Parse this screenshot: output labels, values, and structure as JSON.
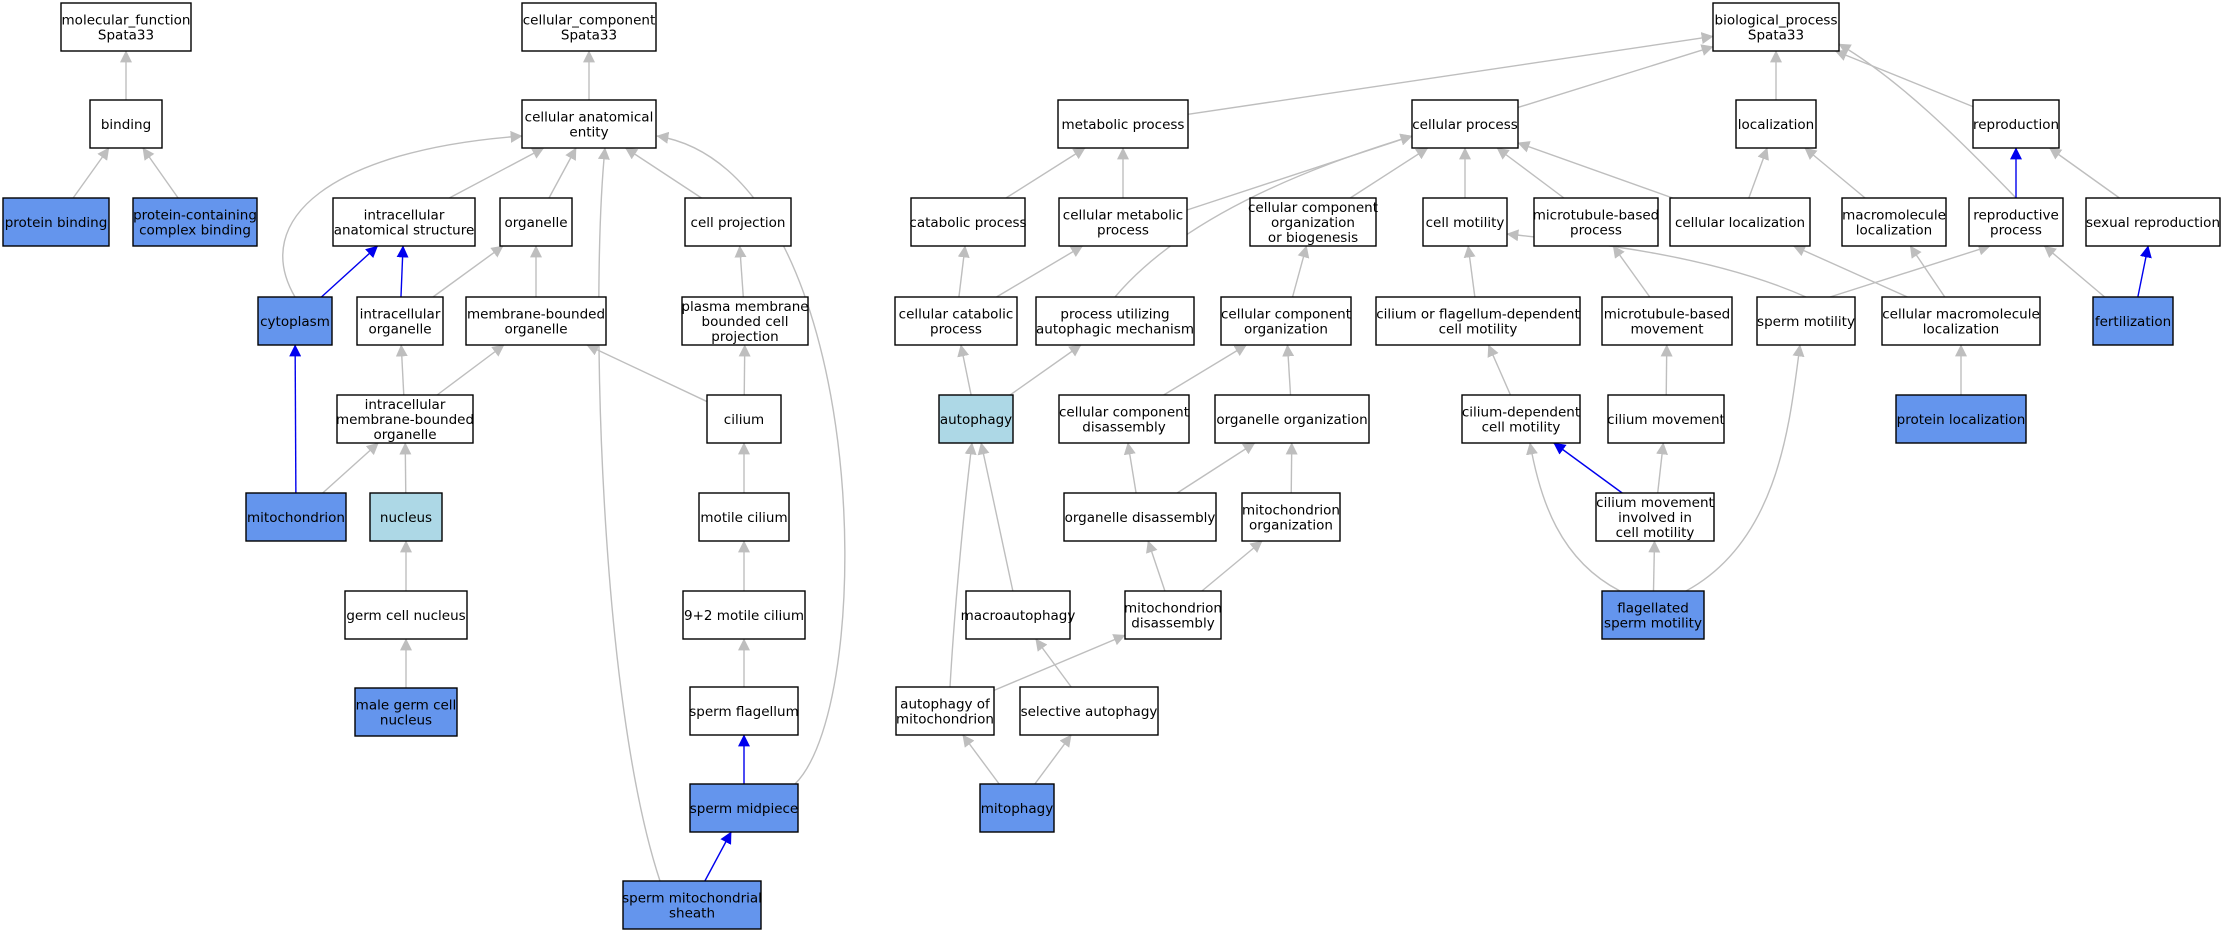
{
  "colors": {
    "plain_fill": "#ffffff",
    "annotated_fill": "#6495ed",
    "highlight_fill": "#add8e6",
    "is_a_edge": "#bebebe",
    "part_of_edge": "#0000ee"
  },
  "nodes": {
    "molecular_function": {
      "lines": [
        "molecular_function",
        "Spata33"
      ],
      "style": "plain"
    },
    "binding": {
      "lines": [
        "binding"
      ],
      "style": "plain"
    },
    "protein_binding": {
      "lines": [
        "protein binding"
      ],
      "style": "annotated"
    },
    "protein_complex_binding": {
      "lines": [
        "protein-containing",
        "complex binding"
      ],
      "style": "annotated"
    },
    "cellular_component": {
      "lines": [
        "cellular_component",
        "Spata33"
      ],
      "style": "plain"
    },
    "cellular_anatomical_entity": {
      "lines": [
        "cellular anatomical",
        "entity"
      ],
      "style": "plain"
    },
    "intracellular_anatomical_structure": {
      "lines": [
        "intracellular",
        "anatomical structure"
      ],
      "style": "plain"
    },
    "organelle": {
      "lines": [
        "organelle"
      ],
      "style": "plain"
    },
    "cell_projection": {
      "lines": [
        "cell projection"
      ],
      "style": "plain"
    },
    "cytoplasm": {
      "lines": [
        "cytoplasm"
      ],
      "style": "annotated"
    },
    "intracellular_organelle": {
      "lines": [
        "intracellular",
        "organelle"
      ],
      "style": "plain"
    },
    "membrane_bounded_organelle": {
      "lines": [
        "membrane-bounded",
        "organelle"
      ],
      "style": "plain"
    },
    "plasma_membrane_bounded_cell_projection": {
      "lines": [
        "plasma membrane",
        "bounded cell",
        "projection"
      ],
      "style": "plain"
    },
    "intracellular_membrane_bounded_organelle": {
      "lines": [
        "intracellular",
        "membrane-bounded",
        "organelle"
      ],
      "style": "plain"
    },
    "cilium": {
      "lines": [
        "cilium"
      ],
      "style": "plain"
    },
    "mitochondrion": {
      "lines": [
        "mitochondrion"
      ],
      "style": "annotated"
    },
    "nucleus": {
      "lines": [
        "nucleus"
      ],
      "style": "highlight"
    },
    "motile_cilium": {
      "lines": [
        "motile cilium"
      ],
      "style": "plain"
    },
    "germ_cell_nucleus": {
      "lines": [
        "germ cell nucleus"
      ],
      "style": "plain"
    },
    "nine_plus_two_motile_cilium": {
      "lines": [
        "9+2 motile cilium"
      ],
      "style": "plain"
    },
    "male_germ_cell_nucleus": {
      "lines": [
        "male germ cell",
        "nucleus"
      ],
      "style": "annotated"
    },
    "sperm_flagellum": {
      "lines": [
        "sperm flagellum"
      ],
      "style": "plain"
    },
    "sperm_midpiece": {
      "lines": [
        "sperm midpiece"
      ],
      "style": "annotated"
    },
    "sperm_mitochondrial_sheath": {
      "lines": [
        "sperm mitochondrial",
        "sheath"
      ],
      "style": "annotated"
    },
    "biological_process": {
      "lines": [
        "biological_process",
        "Spata33"
      ],
      "style": "plain"
    },
    "metabolic_process": {
      "lines": [
        "metabolic process"
      ],
      "style": "plain"
    },
    "cellular_process": {
      "lines": [
        "cellular process"
      ],
      "style": "plain"
    },
    "localization": {
      "lines": [
        "localization"
      ],
      "style": "plain"
    },
    "reproduction": {
      "lines": [
        "reproduction"
      ],
      "style": "plain"
    },
    "catabolic_process": {
      "lines": [
        "catabolic process"
      ],
      "style": "plain"
    },
    "cellular_metabolic_process": {
      "lines": [
        "cellular metabolic",
        "process"
      ],
      "style": "plain"
    },
    "cellular_component_organization_or_biogenesis": {
      "lines": [
        "cellular component",
        "organization",
        "or biogenesis"
      ],
      "style": "plain"
    },
    "cell_motility": {
      "lines": [
        "cell motility"
      ],
      "style": "plain"
    },
    "microtubule_based_process": {
      "lines": [
        "microtubule-based",
        "process"
      ],
      "style": "plain"
    },
    "cellular_localization": {
      "lines": [
        "cellular localization"
      ],
      "style": "plain"
    },
    "macromolecule_localization": {
      "lines": [
        "macromolecule",
        "localization"
      ],
      "style": "plain"
    },
    "reproductive_process": {
      "lines": [
        "reproductive",
        "process"
      ],
      "style": "plain"
    },
    "sexual_reproduction": {
      "lines": [
        "sexual reproduction"
      ],
      "style": "plain"
    },
    "cellular_catabolic_process": {
      "lines": [
        "cellular catabolic",
        "process"
      ],
      "style": "plain"
    },
    "process_utilizing_autophagic_mechanism": {
      "lines": [
        "process utilizing",
        "autophagic mechanism"
      ],
      "style": "plain"
    },
    "cellular_component_organization": {
      "lines": [
        "cellular component",
        "organization"
      ],
      "style": "plain"
    },
    "cilium_or_flagellum_dependent_cell_motility": {
      "lines": [
        "cilium or flagellum-dependent",
        "cell motility"
      ],
      "style": "plain"
    },
    "microtubule_based_movement": {
      "lines": [
        "microtubule-based",
        "movement"
      ],
      "style": "plain"
    },
    "sperm_motility": {
      "lines": [
        "sperm motility"
      ],
      "style": "plain"
    },
    "cellular_macromolecule_localization": {
      "lines": [
        "cellular macromolecule",
        "localization"
      ],
      "style": "plain"
    },
    "fertilization": {
      "lines": [
        "fertilization"
      ],
      "style": "annotated"
    },
    "autophagy": {
      "lines": [
        "autophagy"
      ],
      "style": "highlight"
    },
    "cellular_component_disassembly": {
      "lines": [
        "cellular component",
        "disassembly"
      ],
      "style": "plain"
    },
    "organelle_organization": {
      "lines": [
        "organelle organization"
      ],
      "style": "plain"
    },
    "cilium_dependent_cell_motility": {
      "lines": [
        "cilium-dependent",
        "cell motility"
      ],
      "style": "plain"
    },
    "cilium_movement": {
      "lines": [
        "cilium movement"
      ],
      "style": "plain"
    },
    "protein_localization": {
      "lines": [
        "protein localization"
      ],
      "style": "annotated"
    },
    "organelle_disassembly": {
      "lines": [
        "organelle disassembly"
      ],
      "style": "plain"
    },
    "mitochondrion_organization": {
      "lines": [
        "mitochondrion",
        "organization"
      ],
      "style": "plain"
    },
    "cilium_movement_involved_in_cell_motility": {
      "lines": [
        "cilium movement",
        "involved in",
        "cell motility"
      ],
      "style": "plain"
    },
    "macroautophagy": {
      "lines": [
        "macroautophagy"
      ],
      "style": "plain"
    },
    "mitochondrion_disassembly": {
      "lines": [
        "mitochondrion",
        "disassembly"
      ],
      "style": "plain"
    },
    "flagellated_sperm_motility": {
      "lines": [
        "flagellated",
        "sperm motility"
      ],
      "style": "annotated"
    },
    "autophagy_of_mitochondrion": {
      "lines": [
        "autophagy of",
        "mitochondrion"
      ],
      "style": "plain"
    },
    "selective_autophagy": {
      "lines": [
        "selective autophagy"
      ],
      "style": "plain"
    },
    "mitophagy": {
      "lines": [
        "mitophagy"
      ],
      "style": "annotated"
    }
  },
  "edges": [
    {
      "from": "binding",
      "to": "molecular_function",
      "type": "is_a"
    },
    {
      "from": "protein_binding",
      "to": "binding",
      "type": "is_a"
    },
    {
      "from": "protein_complex_binding",
      "to": "binding",
      "type": "is_a"
    },
    {
      "from": "cellular_anatomical_entity",
      "to": "cellular_component",
      "type": "is_a"
    },
    {
      "from": "intracellular_anatomical_structure",
      "to": "cellular_anatomical_entity",
      "type": "is_a"
    },
    {
      "from": "organelle",
      "to": "cellular_anatomical_entity",
      "type": "is_a"
    },
    {
      "from": "cell_projection",
      "to": "cellular_anatomical_entity",
      "type": "is_a"
    },
    {
      "from": "cytoplasm",
      "to": "cellular_anatomical_entity",
      "type": "is_a"
    },
    {
      "from": "cytoplasm",
      "to": "intracellular_anatomical_structure",
      "type": "part_of"
    },
    {
      "from": "intracellular_organelle",
      "to": "intracellular_anatomical_structure",
      "type": "part_of"
    },
    {
      "from": "intracellular_organelle",
      "to": "organelle",
      "type": "is_a"
    },
    {
      "from": "membrane_bounded_organelle",
      "to": "organelle",
      "type": "is_a"
    },
    {
      "from": "plasma_membrane_bounded_cell_projection",
      "to": "cell_projection",
      "type": "is_a"
    },
    {
      "from": "intracellular_membrane_bounded_organelle",
      "to": "intracellular_organelle",
      "type": "is_a"
    },
    {
      "from": "intracellular_membrane_bounded_organelle",
      "to": "membrane_bounded_organelle",
      "type": "is_a"
    },
    {
      "from": "cilium",
      "to": "plasma_membrane_bounded_cell_projection",
      "type": "is_a"
    },
    {
      "from": "cilium",
      "to": "membrane_bounded_organelle",
      "type": "is_a"
    },
    {
      "from": "mitochondrion",
      "to": "cytoplasm",
      "type": "part_of"
    },
    {
      "from": "mitochondrion",
      "to": "intracellular_membrane_bounded_organelle",
      "type": "is_a"
    },
    {
      "from": "nucleus",
      "to": "intracellular_membrane_bounded_organelle",
      "type": "is_a"
    },
    {
      "from": "motile_cilium",
      "to": "cilium",
      "type": "is_a"
    },
    {
      "from": "germ_cell_nucleus",
      "to": "nucleus",
      "type": "is_a"
    },
    {
      "from": "nine_plus_two_motile_cilium",
      "to": "motile_cilium",
      "type": "is_a"
    },
    {
      "from": "male_germ_cell_nucleus",
      "to": "germ_cell_nucleus",
      "type": "is_a"
    },
    {
      "from": "sperm_flagellum",
      "to": "nine_plus_two_motile_cilium",
      "type": "is_a"
    },
    {
      "from": "sperm_midpiece",
      "to": "sperm_flagellum",
      "type": "part_of"
    },
    {
      "from": "sperm_midpiece",
      "to": "cellular_anatomical_entity",
      "type": "is_a"
    },
    {
      "from": "sperm_mitochondrial_sheath",
      "to": "sperm_midpiece",
      "type": "part_of"
    },
    {
      "from": "sperm_mitochondrial_sheath",
      "to": "cellular_anatomical_entity",
      "type": "is_a"
    },
    {
      "from": "metabolic_process",
      "to": "biological_process",
      "type": "is_a"
    },
    {
      "from": "cellular_process",
      "to": "biological_process",
      "type": "is_a"
    },
    {
      "from": "localization",
      "to": "biological_process",
      "type": "is_a"
    },
    {
      "from": "reproduction",
      "to": "biological_process",
      "type": "is_a"
    },
    {
      "from": "reproductive_process",
      "to": "biological_process",
      "type": "is_a"
    },
    {
      "from": "catabolic_process",
      "to": "metabolic_process",
      "type": "is_a"
    },
    {
      "from": "cellular_metabolic_process",
      "to": "metabolic_process",
      "type": "is_a"
    },
    {
      "from": "cellular_metabolic_process",
      "to": "cellular_process",
      "type": "is_a"
    },
    {
      "from": "cellular_component_organization_or_biogenesis",
      "to": "cellular_process",
      "type": "is_a"
    },
    {
      "from": "cell_motility",
      "to": "cellular_process",
      "type": "is_a"
    },
    {
      "from": "microtubule_based_process",
      "to": "cellular_process",
      "type": "is_a"
    },
    {
      "from": "cellular_localization",
      "to": "cellular_process",
      "type": "is_a"
    },
    {
      "from": "cellular_localization",
      "to": "localization",
      "type": "is_a"
    },
    {
      "from": "macromolecule_localization",
      "to": "localization",
      "type": "is_a"
    },
    {
      "from": "reproductive_process",
      "to": "reproduction",
      "type": "part_of"
    },
    {
      "from": "sexual_reproduction",
      "to": "reproduction",
      "type": "is_a"
    },
    {
      "from": "cellular_catabolic_process",
      "to": "catabolic_process",
      "type": "is_a"
    },
    {
      "from": "cellular_catabolic_process",
      "to": "cellular_metabolic_process",
      "type": "is_a"
    },
    {
      "from": "process_utilizing_autophagic_mechanism",
      "to": "cellular_process",
      "type": "is_a"
    },
    {
      "from": "cellular_component_organization",
      "to": "cellular_component_organization_or_biogenesis",
      "type": "is_a"
    },
    {
      "from": "cilium_or_flagellum_dependent_cell_motility",
      "to": "cell_motility",
      "type": "is_a"
    },
    {
      "from": "microtubule_based_movement",
      "to": "microtubule_based_process",
      "type": "is_a"
    },
    {
      "from": "sperm_motility",
      "to": "cell_motility",
      "type": "is_a"
    },
    {
      "from": "sperm_motility",
      "to": "reproductive_process",
      "type": "is_a"
    },
    {
      "from": "cellular_macromolecule_localization",
      "to": "cellular_localization",
      "type": "is_a"
    },
    {
      "from": "cellular_macromolecule_localization",
      "to": "macromolecule_localization",
      "type": "is_a"
    },
    {
      "from": "fertilization",
      "to": "sexual_reproduction",
      "type": "part_of"
    },
    {
      "from": "fertilization",
      "to": "reproductive_process",
      "type": "is_a"
    },
    {
      "from": "autophagy",
      "to": "cellular_catabolic_process",
      "type": "is_a"
    },
    {
      "from": "autophagy",
      "to": "process_utilizing_autophagic_mechanism",
      "type": "is_a"
    },
    {
      "from": "cellular_component_disassembly",
      "to": "cellular_component_organization",
      "type": "is_a"
    },
    {
      "from": "organelle_organization",
      "to": "cellular_component_organization",
      "type": "is_a"
    },
    {
      "from": "cilium_dependent_cell_motility",
      "to": "cilium_or_flagellum_dependent_cell_motility",
      "type": "is_a"
    },
    {
      "from": "cilium_movement",
      "to": "microtubule_based_movement",
      "type": "is_a"
    },
    {
      "from": "protein_localization",
      "to": "cellular_macromolecule_localization",
      "type": "is_a"
    },
    {
      "from": "organelle_disassembly",
      "to": "cellular_component_disassembly",
      "type": "is_a"
    },
    {
      "from": "organelle_disassembly",
      "to": "organelle_organization",
      "type": "is_a"
    },
    {
      "from": "mitochondrion_organization",
      "to": "organelle_organization",
      "type": "is_a"
    },
    {
      "from": "cilium_movement_involved_in_cell_motility",
      "to": "cilium_movement",
      "type": "is_a"
    },
    {
      "from": "cilium_movement_involved_in_cell_motility",
      "to": "cilium_dependent_cell_motility",
      "type": "part_of"
    },
    {
      "from": "macroautophagy",
      "to": "autophagy",
      "type": "is_a"
    },
    {
      "from": "mitochondrion_disassembly",
      "to": "organelle_disassembly",
      "type": "is_a"
    },
    {
      "from": "mitochondrion_disassembly",
      "to": "mitochondrion_organization",
      "type": "is_a"
    },
    {
      "from": "flagellated_sperm_motility",
      "to": "cilium_dependent_cell_motility",
      "type": "is_a"
    },
    {
      "from": "flagellated_sperm_motility",
      "to": "cilium_movement_involved_in_cell_motility",
      "type": "is_a"
    },
    {
      "from": "flagellated_sperm_motility",
      "to": "sperm_motility",
      "type": "is_a"
    },
    {
      "from": "autophagy_of_mitochondrion",
      "to": "autophagy",
      "type": "is_a"
    },
    {
      "from": "autophagy_of_mitochondrion",
      "to": "mitochondrion_disassembly",
      "type": "is_a"
    },
    {
      "from": "selective_autophagy",
      "to": "macroautophagy",
      "type": "is_a"
    },
    {
      "from": "mitophagy",
      "to": "autophagy_of_mitochondrion",
      "type": "is_a"
    },
    {
      "from": "mitophagy",
      "to": "selective_autophagy",
      "type": "is_a"
    }
  ]
}
